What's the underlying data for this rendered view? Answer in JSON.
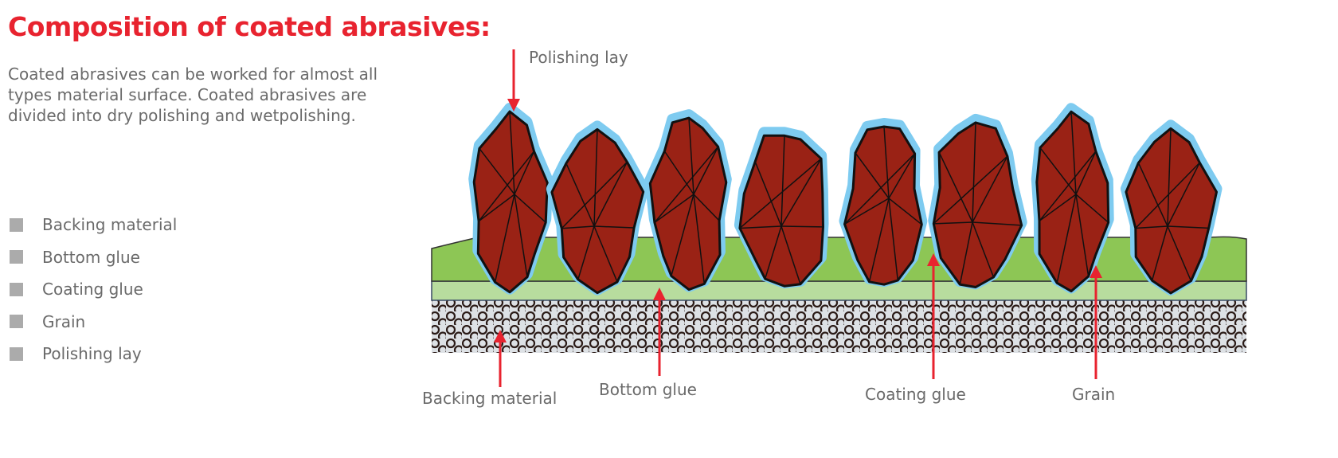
{
  "title": "Composition of coated abrasives:",
  "intro": "Coated abrasives can be worked for almost all types material surface. Coated abrasives are divided into dry polishing and wetpolishing.",
  "legend": [
    "Backing material",
    "Bottom glue",
    "Coating glue",
    "Grain",
    "Polishing lay"
  ],
  "labels": {
    "polishing_lay": "Polishing lay",
    "backing_material": "Backing material",
    "bottom_glue": "Bottom glue",
    "coating_glue": "Coating glue",
    "grain": "Grain"
  },
  "colors": {
    "accent": "#e8232f",
    "grain": "#9a2215",
    "polishing_lay": "#7ecbf0",
    "coating_glue": "#8dc655",
    "bottom_glue": "#b8dc9e",
    "backing": "#dde1e5"
  }
}
